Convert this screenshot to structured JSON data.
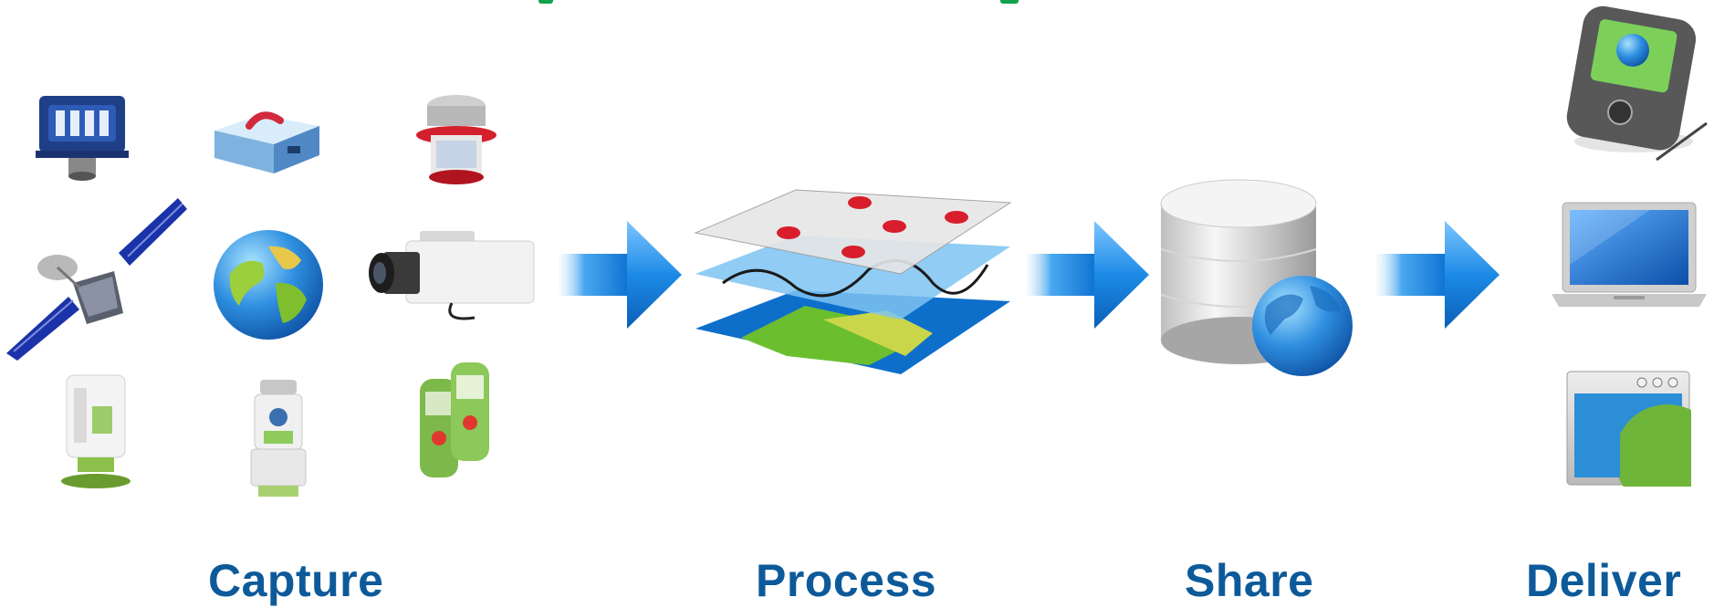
{
  "labels": {
    "capture": "Capture",
    "process": "Process",
    "share": "Share",
    "deliver": "Deliver"
  },
  "icons": {
    "capture": [
      "aerial-camera-icon",
      "scanner-unit-icon",
      "mapping-sensor-icon",
      "satellite-icon",
      "earth-globe-icon",
      "surveillance-camera-icon",
      "laser-scanner-icon",
      "total-station-icon",
      "gnss-handheld-icon"
    ],
    "process": [
      "map-layers-icon"
    ],
    "share": [
      "database-globe-icon"
    ],
    "deliver": [
      "pda-device-icon",
      "laptop-icon",
      "web-browser-globe-icon"
    ]
  },
  "colors": {
    "label_blue": "#0d5a9a",
    "title_green": "#12a14c",
    "arrow_blue": "#1e8ee6"
  }
}
